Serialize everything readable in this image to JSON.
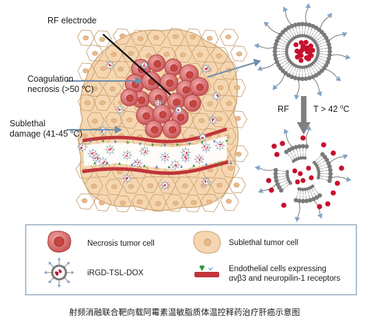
{
  "labels": {
    "rf_electrode": "RF electrode",
    "coagulation_line1": "Coagulation",
    "coagulation_line2": "necrosis (>50 ",
    "coagulation_unit": "C)",
    "sublethal_line1": "Sublethal",
    "sublethal_line2": "damage (41-45 ",
    "sublethal_unit": "C)",
    "degree_o": "o",
    "rf": "RF",
    "temperature": "T > 42 ",
    "temperature_unit": "C"
  },
  "legend": {
    "necrosis": "Necrosis tumor cell",
    "sublethal": "Sublethal tumor cell",
    "liposome": "iRGD-TSL-DOX",
    "endothelial_line1": "Endothelial cells expressing",
    "endothelial_line2": "αvβ3 and neuropilin-1 receptors"
  },
  "caption": "射频消融联合靶向载阿霉素温敏脂质体温控释药治疗肝癌示意图",
  "colors": {
    "tan_cell": "#f6d6b0",
    "tan_outline": "#c8a070",
    "necrosis_cell": "#d96a6a",
    "necrosis_nucleus": "#b73c3c",
    "vessel": "#c0343a",
    "arrow": "#6e8dab",
    "liposome_triangle": "#7fa3c9",
    "dox": "#c8102e",
    "head_dark": "#8a8a8a",
    "receptor_green": "#2e9a3c",
    "receptor_blue": "#4a86c7",
    "border": "#6e8dab"
  }
}
